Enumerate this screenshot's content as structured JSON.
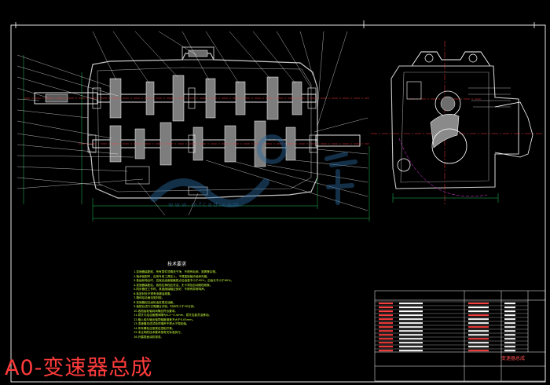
{
  "caption": "A0-变速器总成",
  "tech": {
    "title": "技术要求",
    "lines": [
      "1.变速器装配前，所有零件须清洗干净，不得有毛刺、铁屑等杂物。",
      "2.轴承装配时，应用专用工具压入，不得直接敲击轴承外圈。",
      "3.各齿轮啮合时，应保证齿面接触斑点沿齿高不小于45%，沿齿长不小于60%。",
      "4.变速器装配后，各档位换档应灵活，无卡滞及自动脱档现象。",
      "5.同步器在工作时，其锥面接触应良好，不得有异常响声。",
      "6.各密封处不得有渗漏油现象。",
      "7.箱体结合面涂密封胶。",
      "8.变速器加注齿轮油至规定油面。",
      "9.装配后进行空载磨合试验，时间不少于30分钟。",
      "10.各档齿轮轴向间隙应符合要求。",
      "11.拨叉与结合套槽间隙为0.2~0.4mm，拨叉应能灵活移动。",
      "12.输入轴与输出轴同轴度误差不大于0.05mm。",
      "13.变速器总成试验时噪声不得大于规定值。",
      "14.所有螺栓应按规定扭矩拧紧。",
      "15.未注明的技术要求按有关标准执行。",
      "16.外露表面涂防锈漆。"
    ]
  },
  "title_block": {
    "name": "变速器总成"
  },
  "watermark": "www.mfcad.com",
  "colors": {
    "frame": "#ffffff",
    "housing": "#c8c8c8",
    "shaft": "#ffffff",
    "gear_hatch": "#9a9a9a",
    "center_line": "#ff3b3b",
    "leader": "#ffffff",
    "dim": "#22c55e",
    "cyan": "#22d3ee",
    "yellow": "#facc15",
    "magenta": "#ff3bff",
    "red_text": "#ff4040",
    "watermark": "#2b6aa1"
  }
}
